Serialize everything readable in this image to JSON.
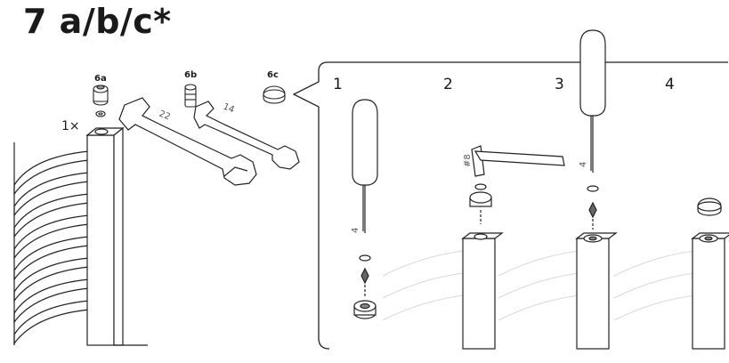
{
  "title": "7 a/b/c*",
  "parts": {
    "a": "6a",
    "b": "6b",
    "c": "6c"
  },
  "quantity": "1×",
  "wrench_sizes": [
    "22",
    "14"
  ],
  "tool_sizes": {
    "screwdriver_1": "4",
    "hex_key": "#8",
    "screwdriver_3": "4"
  },
  "steps": [
    "1",
    "2",
    "3",
    "4"
  ]
}
